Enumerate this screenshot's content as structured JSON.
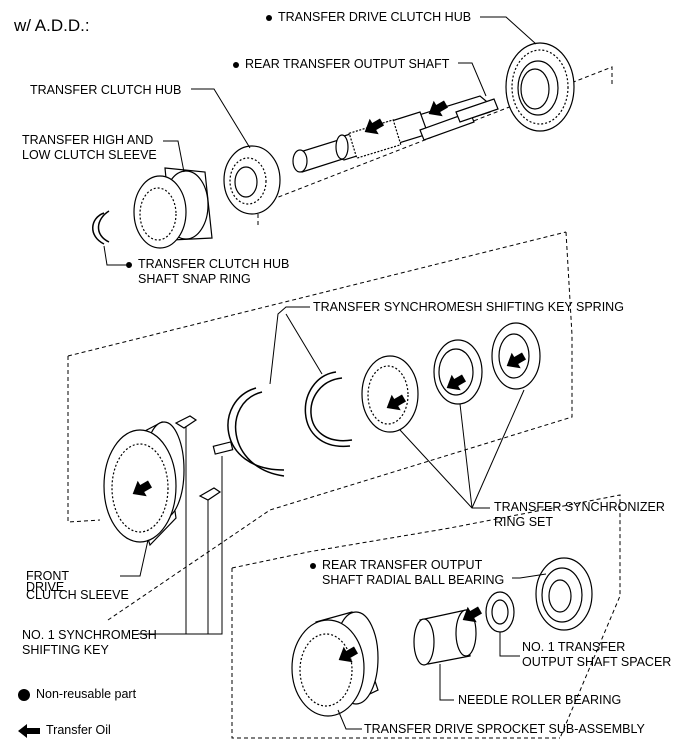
{
  "header": "w/ A.D.D.:",
  "labels": {
    "transfer_drive_clutch_hub": "TRANSFER DRIVE CLUTCH HUB",
    "rear_transfer_output_shaft": "REAR TRANSFER OUTPUT SHAFT",
    "transfer_clutch_hub": "TRANSFER CLUTCH HUB",
    "high_low_sleeve_line1": "TRANSFER HIGH AND",
    "high_low_sleeve_line2": "LOW CLUTCH SLEEVE",
    "snap_ring_line1": "TRANSFER CLUTCH HUB",
    "snap_ring_line2": "SHAFT SNAP RING",
    "key_spring": "TRANSFER SYNCHROMESH SHIFTING KEY SPRING",
    "synchronizer_line1": "TRANSFER SYNCHRONIZER",
    "synchronizer_line2": "RING SET",
    "front_drive_line1": "FRONT",
    "front_drive_line2": "DRIVE",
    "clutch_sleeve": "CLUTCH SLEEVE",
    "shifting_key_line1": "NO. 1 SYNCHROMESH",
    "shifting_key_line2": "SHIFTING KEY",
    "radial_bearing_line1": "REAR TRANSFER OUTPUT",
    "radial_bearing_line2": "SHAFT RADIAL BALL BEARING",
    "spacer_line1": "NO. 1 TRANSFER",
    "spacer_line2": "OUTPUT SHAFT SPACER",
    "needle_bearing": "NEEDLE ROLLER BEARING",
    "sprocket": "TRANSFER DRIVE SPROCKET SUB-ASSEMBLY"
  },
  "legend": {
    "non_reusable": "Non-reusable part",
    "transfer_oil": "Transfer Oil"
  }
}
